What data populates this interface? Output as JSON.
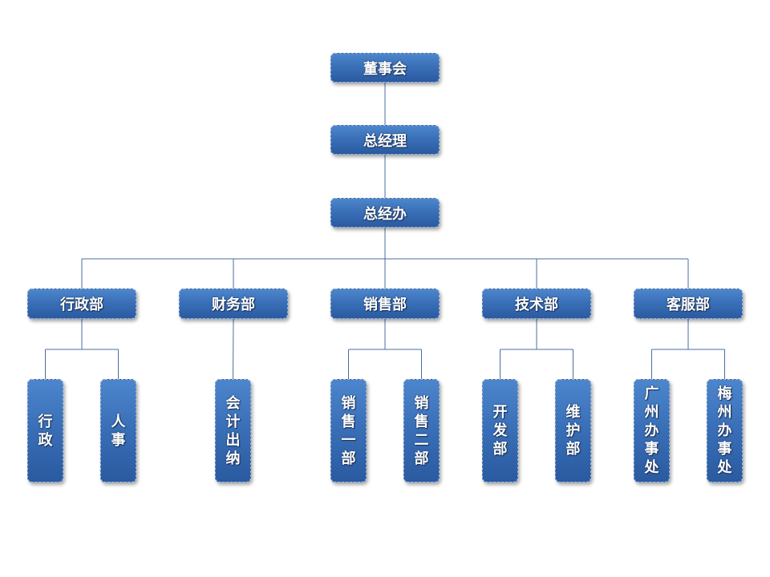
{
  "org_chart": {
    "nodes": [
      {
        "id": "board",
        "label": "董事会",
        "parent": null
      },
      {
        "id": "gm",
        "label": "总经理",
        "parent": "board"
      },
      {
        "id": "office",
        "label": "总经办",
        "parent": "gm"
      },
      {
        "id": "admin",
        "label": "行政部",
        "parent": "office"
      },
      {
        "id": "finance",
        "label": "财务部",
        "parent": "office"
      },
      {
        "id": "sales",
        "label": "销售部",
        "parent": "office"
      },
      {
        "id": "tech",
        "label": "技术部",
        "parent": "office"
      },
      {
        "id": "service",
        "label": "客服部",
        "parent": "office"
      },
      {
        "id": "admin-xz",
        "label": "行政",
        "parent": "admin"
      },
      {
        "id": "admin-rs",
        "label": "人事",
        "parent": "admin"
      },
      {
        "id": "fin-cashier",
        "label": "会计出纳",
        "parent": "finance"
      },
      {
        "id": "sales-1",
        "label": "销售一部",
        "parent": "sales"
      },
      {
        "id": "sales-2",
        "label": "销售二部",
        "parent": "sales"
      },
      {
        "id": "tech-dev",
        "label": "开发部",
        "parent": "tech"
      },
      {
        "id": "tech-maint",
        "label": "维护部",
        "parent": "tech"
      },
      {
        "id": "svc-gz",
        "label": "广州办事处",
        "parent": "service"
      },
      {
        "id": "svc-mz",
        "label": "梅州办事处",
        "parent": "service"
      }
    ],
    "colors": {
      "node_fill_top": "#4d86cc",
      "node_fill_bottom": "#2a5aa0",
      "node_border": "#9db4d6",
      "connector": "#4a6fa0",
      "label": "#ffffff"
    }
  }
}
